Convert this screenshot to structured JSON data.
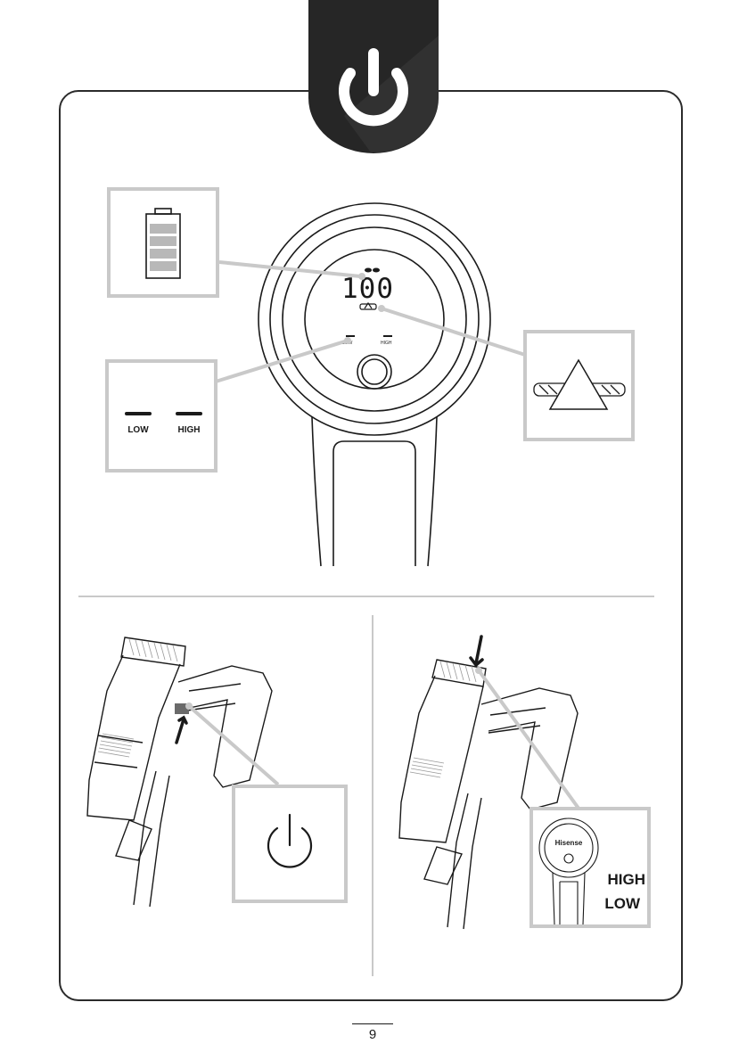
{
  "section_icon": "power-icon",
  "display": {
    "battery_percent_text": "100",
    "level_low_label": "LOW",
    "level_high_label": "HIGH"
  },
  "callouts": {
    "battery": {
      "icon": "battery-icon",
      "level_bars": 4
    },
    "mode": {
      "low_label": "LOW",
      "high_label": "HIGH"
    },
    "brush_warning": {
      "icon": "brush-roll-warning-icon"
    },
    "power_button": {
      "icon": "power-icon"
    },
    "speed_select": {
      "brand": "Hisense",
      "high_label": "HIGH",
      "low_label": "LOW"
    }
  },
  "page": {
    "number": "9"
  }
}
